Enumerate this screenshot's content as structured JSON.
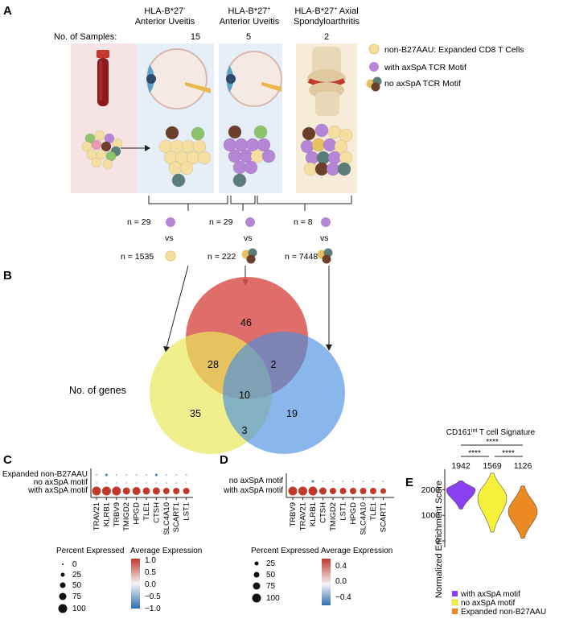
{
  "panel_a": {
    "letter": "A",
    "group1": {
      "line1": "HLA-B*27",
      "sup1": "-",
      "line2": "Anterior Uveitis",
      "count": "15"
    },
    "group2": {
      "line1": "HLA-B*27",
      "sup1": "+",
      "line2": "Anterior Uveitis",
      "count": "5"
    },
    "group3": {
      "line1": "HLA-B*27",
      "sup1": "+",
      "line1b": " Axial",
      "line2": "Spondyloarthritis",
      "count": "2"
    },
    "samples_label": "No. of Samples:",
    "legend": [
      {
        "label": "non-B27AAU: Expanded CD8 T Cells",
        "color": "#f5dfa0"
      },
      {
        "label": "with axSpA TCR Motif",
        "color": "#b586d6"
      },
      {
        "label": "no axSpA TCR Motif",
        "color": "#5a7d7a"
      }
    ],
    "comparisons": [
      {
        "n_top": "n = 29",
        "vs": "vs",
        "n_bottom": "n = 1535"
      },
      {
        "n_top": "n = 29",
        "vs": "vs",
        "n_bottom": "n = 222"
      },
      {
        "n_top": "n = 8",
        "vs": "vs",
        "n_bottom": "n = 7448"
      }
    ]
  },
  "panel_b": {
    "letter": "B",
    "label": "No. of genes",
    "counts": {
      "red_only": "46",
      "yellow_only": "35",
      "blue_only": "19",
      "red_yellow": "28",
      "red_blue": "2",
      "yellow_blue": "3",
      "all": "10"
    },
    "colors": {
      "red": "#d9534f",
      "yellow": "#e8e85a",
      "blue": "#4a8fe0"
    }
  },
  "panel_c": {
    "letter": "C",
    "rows": [
      "Expanded non-B27AAU",
      "no axSpA motif",
      "with axSpA motif"
    ],
    "genes": [
      "TRAV21",
      "KLRB1",
      "TRBV9",
      "TMIGD2",
      "HPGD",
      "TLE1",
      "CTSH",
      "SLC4A10",
      "SCART1",
      "LST1"
    ],
    "size_title": "Percent Expressed",
    "size_labels": [
      "0",
      "25",
      "50",
      "75",
      "100"
    ],
    "color_title": "Average Expression",
    "color_labels": [
      "1.0",
      "0.5",
      "0.0",
      "−0.5",
      "−1.0"
    ]
  },
  "panel_d": {
    "letter": "D",
    "rows": [
      "no axSpA motif",
      "with axSpA motif"
    ],
    "genes": [
      "TRBV9",
      "TRAV21",
      "KLRB1",
      "CTSH",
      "TMIGD2",
      "LST1",
      "HPGD",
      "SLC4A10",
      "TLE1",
      "SCART1"
    ],
    "size_title": "Percent Expressed",
    "size_labels": [
      "25",
      "50",
      "75",
      "100"
    ],
    "color_title": "Average Expression",
    "color_labels": [
      "0.4",
      "0.0",
      "−0.4"
    ]
  },
  "panel_e": {
    "letter": "E",
    "title": "CD161",
    "title_sup": "int",
    "title_rest": " T cell Signature",
    "ylabel": "Normalized Enrichment Score",
    "ticks": [
      "0",
      "1000",
      "2000"
    ],
    "sig": [
      "****",
      "****",
      "****"
    ],
    "counts": [
      "1942",
      "1569",
      "1126"
    ],
    "legend": [
      {
        "label": "with axSpA motif",
        "color": "#8a3ff0"
      },
      {
        "label": "no axSpA motif",
        "color": "#f5f03a"
      },
      {
        "label": "Expanded non-B27AAU",
        "color": "#ec8a22"
      }
    ]
  },
  "chart_data": {
    "type": "violin",
    "title": "CD161int T cell Signature",
    "ylabel": "Normalized Enrichment Score",
    "ylim": [
      0,
      2800
    ],
    "categories": [
      "with axSpA motif",
      "no axSpA motif",
      "Expanded non-B27AAU"
    ],
    "series": [
      {
        "name": "with axSpA motif",
        "min": 1250,
        "max": 2350,
        "mode": 2000
      },
      {
        "name": "no axSpA motif",
        "min": 350,
        "max": 2650,
        "mode": 1700
      },
      {
        "name": "Expanded non-B27AAU",
        "min": 100,
        "max": 2150,
        "mode": 1150
      }
    ]
  }
}
